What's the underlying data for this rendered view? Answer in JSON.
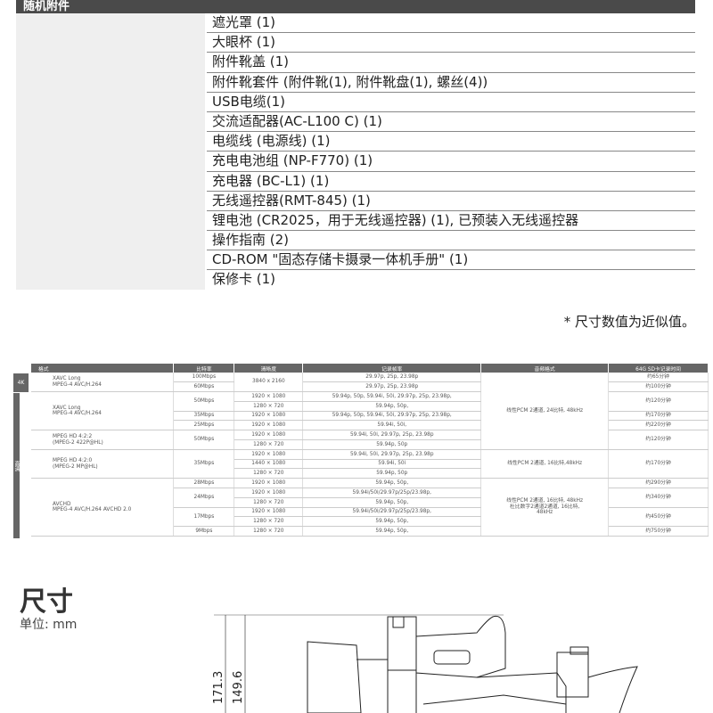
{
  "accessories": {
    "header": "随机附件",
    "items": [
      "遮光罩 (1)",
      "大眼杯 (1)",
      "附件靴盖 (1)",
      "附件靴套件 (附件靴(1), 附件靴盘(1), 螺丝(4))",
      "USB电缆(1)",
      "交流适配器(AC-L100 C) (1)",
      "电缆线 (电源线) (1)",
      "充电电池组 (NP-F770) (1)",
      "充电器 (BC-L1) (1)",
      "无线遥控器(RMT-845) (1)",
      "锂电池 (CR2025，用于无线遥控器) (1), 已预装入无线遥控器",
      "操作指南 (2)",
      "CD-ROM \"固态存储卡摄录一体机手册\" (1)",
      "保修卡 (1)"
    ]
  },
  "note": "* 尺寸数值为近似值。",
  "spec": {
    "side": [
      "4K",
      "高清"
    ],
    "headers": [
      "格式",
      "比特率",
      "清晰度",
      "记录帧率",
      "音频格式",
      "64G SD卡记录时间"
    ],
    "rows": [
      [
        [
          "XAVC Long\nMPEG-4 AVC/H.264",
          2,
          "l"
        ],
        [
          "100Mbps",
          1
        ],
        [
          "3840 x 2160",
          2
        ],
        [
          "29.97p, 25p, 23.98p",
          1
        ],
        [
          "线性PCM 2通道, 24比特, 48kHz",
          8
        ],
        [
          "约65分钟",
          1
        ]
      ],
      [
        [
          "60Mbps",
          1
        ],
        [
          "29.97p, 25p, 23.98p",
          1
        ],
        [
          "约100分钟",
          1
        ]
      ],
      [
        [
          "XAVC Long\nMPEG-4 AVC/H.264",
          4,
          "l"
        ],
        [
          "50Mbps",
          2
        ],
        [
          "1920 × 1080",
          1
        ],
        [
          "59.94p, 50p, 59.94i, 50i, 29.97p, 25p, 23.98p,",
          1
        ],
        [
          "约120分钟",
          2
        ]
      ],
      [
        [
          "1280 × 720",
          1
        ],
        [
          "59.94p, 50p,",
          1
        ]
      ],
      [
        [
          "35Mbps",
          1
        ],
        [
          "1920 × 1080",
          1
        ],
        [
          "59.94p, 50p, 59.94i, 50i, 29.97p, 25p, 23.98p,",
          1
        ],
        [
          "约170分钟",
          1
        ]
      ],
      [
        [
          "25Mbps",
          1
        ],
        [
          "1920 × 1080",
          1
        ],
        [
          "59.94i, 50i,",
          1
        ],
        [
          "约220分钟",
          1
        ]
      ],
      [
        [
          "MPEG HD 4:2:2\n(MPEG-2 422P@HL)",
          2,
          "l"
        ],
        [
          "50Mbps",
          2
        ],
        [
          "1920 × 1080",
          1
        ],
        [
          "59.94i, 50i, 29.97p, 25p, 23.98p",
          1
        ],
        [
          "约120分钟",
          2
        ]
      ],
      [
        [
          "1280 × 720",
          1
        ],
        [
          "59.94p, 50p",
          1
        ]
      ],
      [
        [
          "MPEG HD 4:2:0\n(MPEG-2 MP@HL)",
          3,
          "l"
        ],
        [
          "35Mbps",
          3
        ],
        [
          "1920 × 1080",
          1
        ],
        [
          "59.94i, 50i, 29.97p, 25p, 23.98p",
          1
        ],
        [
          "线性PCM 2通道, 16比特,48kHz",
          3
        ],
        [
          "约170分钟",
          3
        ]
      ],
      [
        [
          "1440 × 1080",
          1
        ],
        [
          "59.94i, 50i",
          1
        ]
      ],
      [
        [
          "1280 × 720",
          1
        ],
        [
          "59.94p, 50p",
          1
        ]
      ],
      [
        [
          "AVCHD\nMPEG-4 AVC/H.264 AVCHD 2.0",
          6,
          "l"
        ],
        [
          "28Mbps",
          1
        ],
        [
          "1920 × 1080",
          1
        ],
        [
          "59.94p, 50p,",
          1
        ],
        [
          "线性PCM 2通道, 16比特, 48kHz\n杜比数字2通道2通道, 16比特,\n48kHz",
          6
        ],
        [
          "约290分钟",
          1
        ]
      ],
      [
        [
          "24Mbps",
          2
        ],
        [
          "1920 × 1080",
          1
        ],
        [
          "59.94i/50i/29.97p/25p/23.98p,",
          1
        ],
        [
          "约340分钟",
          2
        ]
      ],
      [
        [
          "1280 × 720",
          1
        ],
        [
          "59.94p, 50p,",
          1
        ]
      ],
      [
        [
          "17Mbps",
          2
        ],
        [
          "1920 × 1080",
          1
        ],
        [
          "59.94i/50i/29.97p/25p/23.98p,",
          1
        ],
        [
          "约450分钟",
          2
        ]
      ],
      [
        [
          "1280 × 720",
          1
        ],
        [
          "59.94p, 50p,",
          1
        ]
      ],
      [
        [
          "9Mbps",
          1
        ],
        [
          "1280 × 720",
          1
        ],
        [
          "59.94p, 50p,",
          1
        ],
        [
          "约750分钟",
          1
        ]
      ]
    ]
  },
  "dimensions": {
    "title": "尺寸",
    "unit": "单位: mm",
    "height_total": "171.3",
    "height_body": "149.6"
  }
}
